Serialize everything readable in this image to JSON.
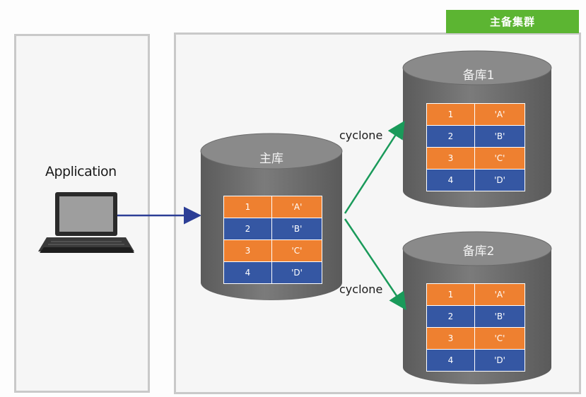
{
  "app": {
    "label": "Application"
  },
  "cluster": {
    "label": "主备集群"
  },
  "primary": {
    "title": "主库"
  },
  "standby1": {
    "title": "备库1"
  },
  "standby2": {
    "title": "备库2"
  },
  "replication": {
    "label_top": "cyclone",
    "label_bottom": "cyclone"
  },
  "rows": [
    {
      "key": "1",
      "value": "'A'",
      "color": "#ee8030"
    },
    {
      "key": "2",
      "value": "'B'",
      "color": "#3557a3"
    },
    {
      "key": "3",
      "value": "'C'",
      "color": "#ee8030"
    },
    {
      "key": "4",
      "value": "'D'",
      "color": "#3557a3"
    }
  ]
}
